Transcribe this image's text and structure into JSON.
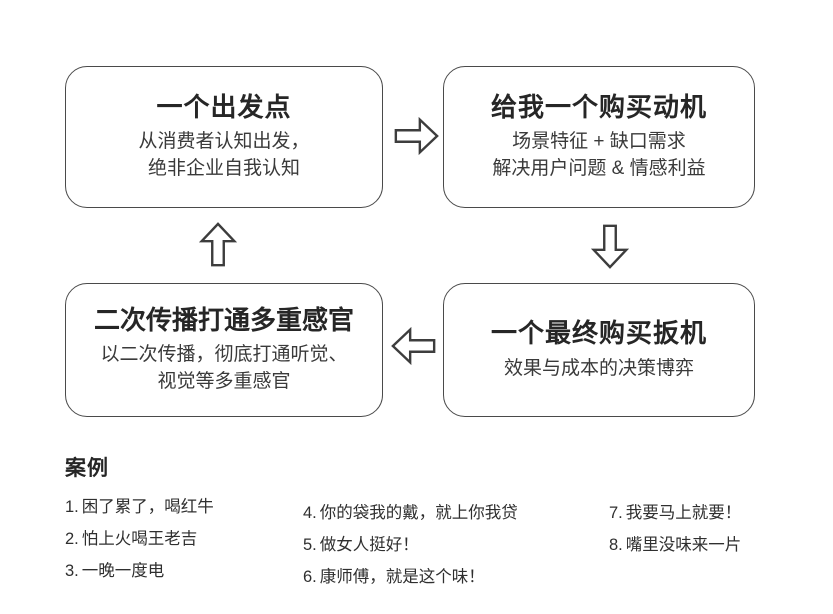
{
  "diagram": {
    "boxes": [
      {
        "id": "box-top-left",
        "title": "一个出发点",
        "lines": [
          "从消费者认知出发，",
          "绝非企业自我认知"
        ]
      },
      {
        "id": "box-top-right",
        "title": "给我一个购买动机",
        "lines": [
          "场景特征 + 缺口需求",
          "解决用户问题 & 情感利益"
        ]
      },
      {
        "id": "box-bottom-left",
        "title": "二次传播打通多重感官",
        "lines": [
          "以二次传播，彻底打通听觉、",
          "视觉等多重感官"
        ]
      },
      {
        "id": "box-bottom-right",
        "title": "一个最终购买扳机",
        "lines": [
          "效果与成本的决策博弈"
        ]
      }
    ],
    "arrows": [
      {
        "id": "arrow-right",
        "icon": "arrow-right-icon",
        "direction": "right"
      },
      {
        "id": "arrow-down",
        "icon": "arrow-down-icon",
        "direction": "down"
      },
      {
        "id": "arrow-left",
        "icon": "arrow-left-icon",
        "direction": "left"
      },
      {
        "id": "arrow-up",
        "icon": "arrow-up-icon",
        "direction": "up"
      }
    ]
  },
  "examples": {
    "heading": "案例",
    "columns": [
      {
        "items": [
          {
            "num": "1.",
            "text": "困了累了，喝红牛"
          },
          {
            "num": "2.",
            "text": "怕上火喝王老吉"
          },
          {
            "num": "3.",
            "text": "一晚一度电"
          }
        ]
      },
      {
        "items": [
          {
            "num": "4.",
            "text": "你的袋我的戴，就上你我贷"
          },
          {
            "num": "5.",
            "text": "做女人挺好！"
          },
          {
            "num": "6.",
            "text": "康师傅，就是这个味！"
          }
        ]
      },
      {
        "items": [
          {
            "num": "7.",
            "text": "我要马上就要！"
          },
          {
            "num": "8.",
            "text": "嘴里没味来一片"
          }
        ]
      }
    ]
  },
  "colors": {
    "background": "#ffffff",
    "box_border": "#4a4a4a",
    "title_text": "#262626",
    "body_text": "#3a3a3a",
    "arrow_stroke": "#3d3d3d"
  }
}
